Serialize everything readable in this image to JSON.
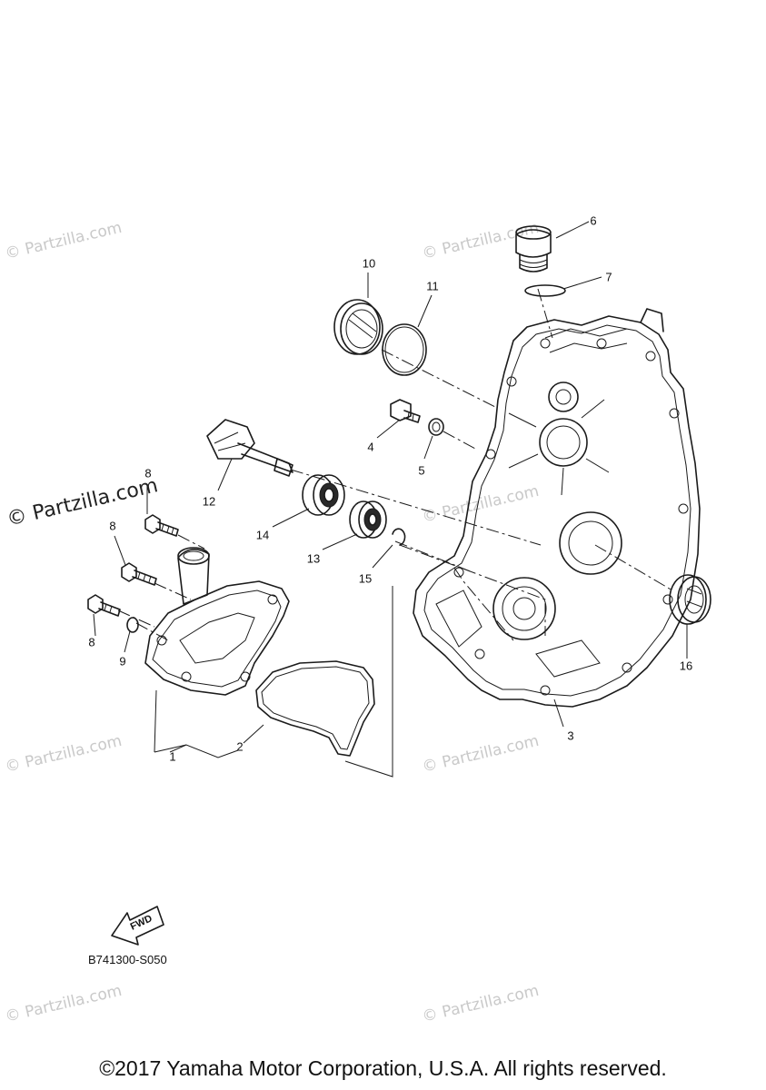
{
  "diagram": {
    "callouts": [
      "1",
      "2",
      "3",
      "4",
      "5",
      "6",
      "7",
      "8",
      "8",
      "8",
      "9",
      "10",
      "11",
      "12",
      "13",
      "14",
      "15",
      "16"
    ],
    "diagram_code": "B741300-S050",
    "fwd_label": "FWD",
    "copyright": "©2017 Yamaha Motor Corporation, U.S.A. All rights reserved.",
    "watermark": "© Partzilla.com"
  }
}
